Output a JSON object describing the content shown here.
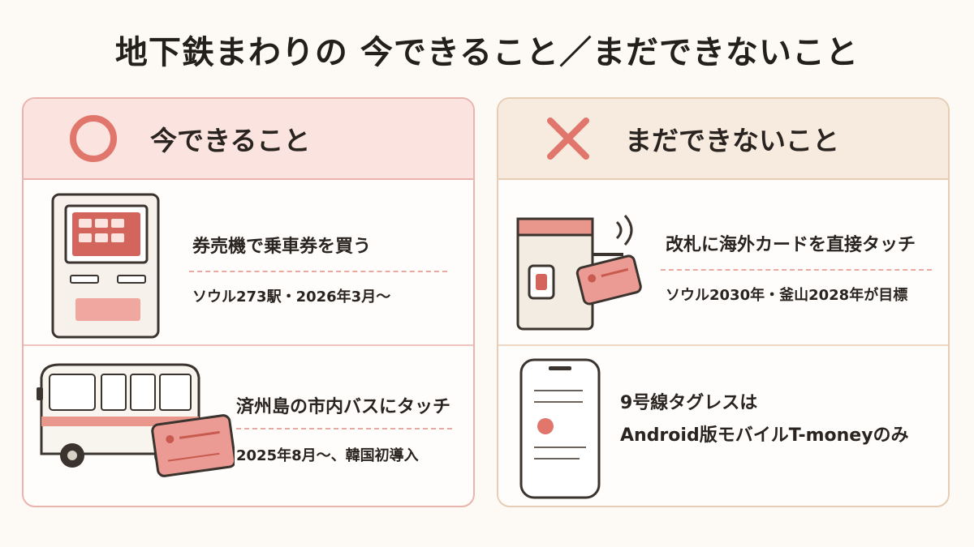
{
  "title": "地下鉄まわりの 今できること／まだできないこと",
  "left_panel": {
    "heading": "今できること",
    "items": [
      {
        "title": "券売機で乗車券を買う",
        "detail": "ソウル273駅・2026年3月〜"
      },
      {
        "title": "済州島の市内バスにタッチ",
        "detail": "2025年8月〜、韓国初導入"
      }
    ]
  },
  "right_panel": {
    "heading": "まだできないこと",
    "items": [
      {
        "title": "改札に海外カードを直接タッチ",
        "detail": "ソウル2030年・釜山2028年が目標"
      },
      {
        "line1": "9号線タグレスは",
        "line2": "Android版モバイルT-moneyのみ"
      }
    ]
  },
  "colors": {
    "accent_red": "#e0766c",
    "left_border": "#ebb3ad",
    "right_border": "#e6cdb3",
    "left_header_bg": "#fbe3df",
    "right_header_bg": "#f7ebdf"
  }
}
